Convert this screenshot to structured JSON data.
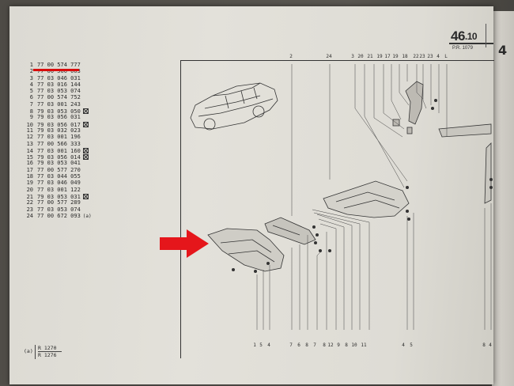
{
  "header": {
    "section_main": "46",
    "section_sub": ".10",
    "revision": "P.R. 1079"
  },
  "right_page_number": "4",
  "parts": [
    {
      "n": "1",
      "code": "77 00 574 777",
      "x": false,
      "a": ""
    },
    {
      "n": "2",
      "code": "77 00 566 003",
      "x": false,
      "a": ""
    },
    {
      "n": "3",
      "code": "77 03 046 031",
      "x": false,
      "a": ""
    },
    {
      "n": "4",
      "code": "77 03 016 144",
      "x": false,
      "a": ""
    },
    {
      "n": "5",
      "code": "77 03 053 074",
      "x": false,
      "a": ""
    },
    {
      "n": "6",
      "code": "77 00 574 752",
      "x": false,
      "a": ""
    },
    {
      "n": "7",
      "code": "77 03 001 243",
      "x": false,
      "a": ""
    },
    {
      "n": "8",
      "code": "79 03 053 050",
      "x": true,
      "a": ""
    },
    {
      "n": "9",
      "code": "79 03 056 031",
      "x": false,
      "a": ""
    },
    {
      "n": "10",
      "code": "79 03 056 017",
      "x": true,
      "a": ""
    },
    {
      "n": "11",
      "code": "79 03 032 023",
      "x": false,
      "a": ""
    },
    {
      "n": "12",
      "code": "77 03 001 196",
      "x": false,
      "a": ""
    },
    {
      "n": "13",
      "code": "77 00 566 333",
      "x": false,
      "a": ""
    },
    {
      "n": "14",
      "code": "77 03 001 160",
      "x": true,
      "a": ""
    },
    {
      "n": "15",
      "code": "79 03 056 014",
      "x": true,
      "a": ""
    },
    {
      "n": "16",
      "code": "79 03 053 041",
      "x": false,
      "a": ""
    },
    {
      "n": "17",
      "code": "77 00 577 270",
      "x": false,
      "a": ""
    },
    {
      "n": "18",
      "code": "77 03 044 055",
      "x": false,
      "a": ""
    },
    {
      "n": "19",
      "code": "77 03 046 049",
      "x": false,
      "a": ""
    },
    {
      "n": "20",
      "code": "77 03 001 122",
      "x": false,
      "a": ""
    },
    {
      "n": "21",
      "code": "79 03 053 031",
      "x": true,
      "a": ""
    },
    {
      "n": "22",
      "code": "77 00 577 289",
      "x": false,
      "a": ""
    },
    {
      "n": "23",
      "code": "77 03 053 074",
      "x": false,
      "a": ""
    },
    {
      "n": "24",
      "code": "77 00 672 093",
      "x": false,
      "a": "(a)"
    }
  ],
  "legend": {
    "key": "(a)",
    "row1": "R 1270",
    "row2": "R 1276"
  },
  "callouts_top": [
    "2",
    "24",
    "3",
    "20",
    "21",
    "19",
    "17",
    "19",
    "18",
    "22",
    "23",
    "23",
    "4",
    "L"
  ],
  "callouts_bottom": [
    "1",
    "5",
    "4",
    "7",
    "6",
    "8",
    "7",
    "8",
    "12",
    "9",
    "8",
    "10",
    "11",
    "4",
    "5",
    "8",
    "4"
  ],
  "colors": {
    "arrow": "#e5161b",
    "underline": "#d80d0d",
    "ink": "#333333",
    "paper": "#e0ded7"
  },
  "icons": [
    "red-arrow-icon",
    "car-body-icon"
  ]
}
